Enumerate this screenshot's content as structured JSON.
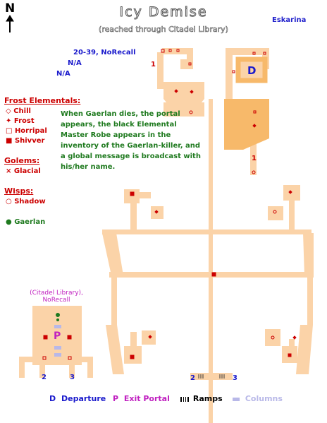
{
  "header": {
    "title": "Icy Demise",
    "subtitle": "(reached through Citadel Library)",
    "author": "Eskarina",
    "compass": "N"
  },
  "info": {
    "level": "20-39, NoRecall",
    "line2": "N/A",
    "line3": "N/A"
  },
  "mobs": {
    "frost_header": "Frost Elementals:",
    "frost": [
      {
        "symbol": "◇",
        "name": "Chill"
      },
      {
        "symbol": "✦",
        "name": "Frost"
      },
      {
        "symbol": "□",
        "name": "Horripal"
      },
      {
        "symbol": "■",
        "name": "Shivver"
      }
    ],
    "golems_header": "Golems:",
    "golems": [
      {
        "symbol": "×",
        "name": "Glacial"
      }
    ],
    "wisps_header": "Wisps:",
    "wisps": [
      {
        "symbol": "○",
        "name": "Shadow"
      }
    ],
    "boss": {
      "symbol": "●",
      "name": "Gaerlan"
    }
  },
  "note": "When Gaerlan dies, the portal appears, the black Elemental Master Robe appears in the inventory of the Gaerlan-killer, and a global message is broadcast with his/her name.",
  "library_label": [
    "(Citadel Library),",
    "NoRecall"
  ],
  "markers": {
    "departure": "D",
    "portal": "P",
    "ramp_1": "1",
    "ramp_2": "2",
    "ramp_3": "3"
  },
  "legend": {
    "departure": {
      "symbol": "D",
      "label": "Departure",
      "color": "#1a1acc"
    },
    "portal": {
      "symbol": "P",
      "label": "Exit Portal",
      "color": "#c020c0"
    },
    "ramps": {
      "label": "Ramps",
      "color": "#000000"
    },
    "columns": {
      "label": "Columns",
      "color": "#b8b8e8"
    }
  },
  "colors": {
    "room": "#fbd3a8",
    "room_dark": "#f7b96a",
    "mob": "#cc0000",
    "boss": "#1f7a1f"
  }
}
